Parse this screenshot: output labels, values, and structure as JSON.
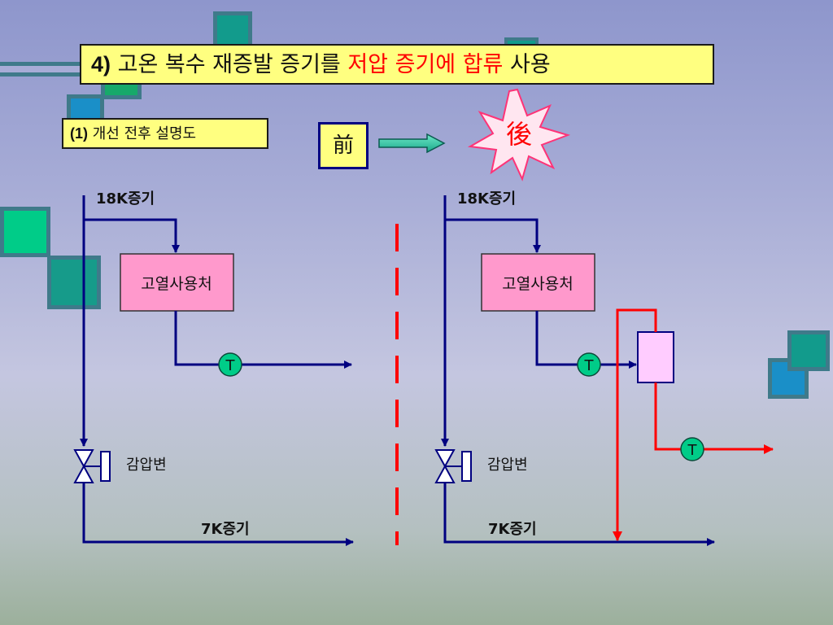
{
  "title": {
    "prefix": "4)",
    "part1": "고온 복수 재증발 증기를 ",
    "part2": "저압 증기에 합류",
    "part3": " 사용"
  },
  "subtitle": {
    "prefix": "(1)",
    "text": "개선 전후 설명도"
  },
  "before_label": "前",
  "after_label": "後",
  "colors": {
    "process_line": "#000080",
    "improvement_line": "#ff0000",
    "user_box": "#ff99cc",
    "flash_tank": "#ffccff",
    "trap": "#00cc88",
    "label_box": "#ffff80"
  },
  "left_diagram": {
    "steam_high": "18K증기",
    "user": "고열사용처",
    "trap": "T",
    "valve": "감압변",
    "steam_low": "7K증기"
  },
  "right_diagram": {
    "steam_high": "18K증기",
    "user": "고열사용처",
    "trap1": "T",
    "trap2": "T",
    "valve": "감압변",
    "steam_low": "7K증기"
  }
}
